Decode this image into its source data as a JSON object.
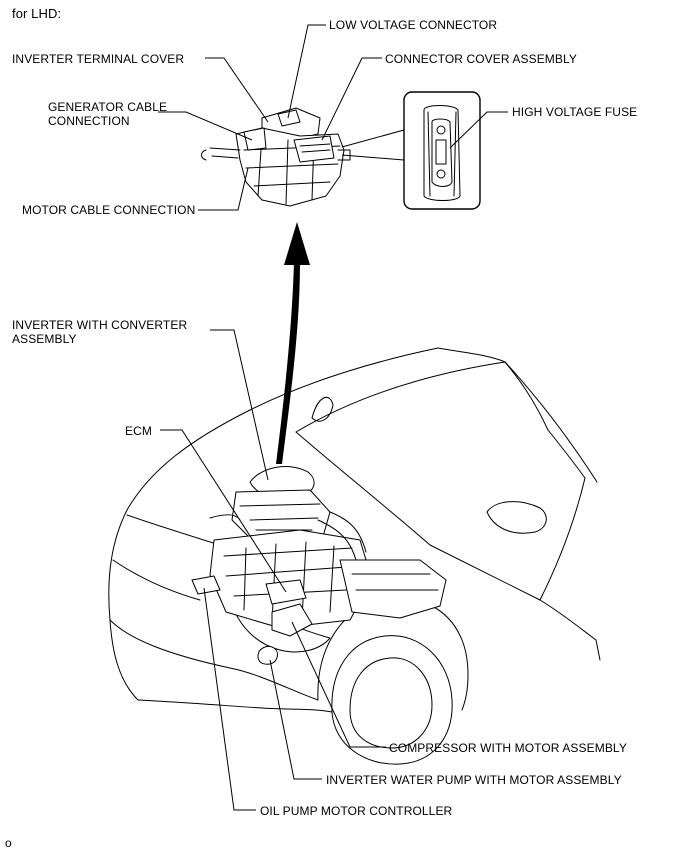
{
  "header": {
    "title": "for LHD:"
  },
  "labels": {
    "low_voltage_connector": "LOW VOLTAGE CONNECTOR",
    "inverter_terminal_cover": "INVERTER TERMINAL COVER",
    "connector_cover_assembly": "CONNECTOR COVER ASSEMBLY",
    "generator_cable_connection": "GENERATOR CABLE\nCONNECTION",
    "high_voltage_fuse": "HIGH VOLTAGE FUSE",
    "motor_cable_connection": "MOTOR CABLE CONNECTION",
    "inverter_with_converter_assembly": "INVERTER WITH CONVERTER\nASSEMBLY",
    "ecm": "ECM",
    "compressor_with_motor_assembly": "COMPRESSOR WITH MOTOR ASSEMBLY",
    "inverter_water_pump_with_motor_assembly": "INVERTER WATER PUMP WITH MOTOR ASSEMBLY",
    "oil_pump_motor_controller": "OIL PUMP MOTOR CONTROLLER"
  },
  "footer": {
    "code": "o"
  }
}
